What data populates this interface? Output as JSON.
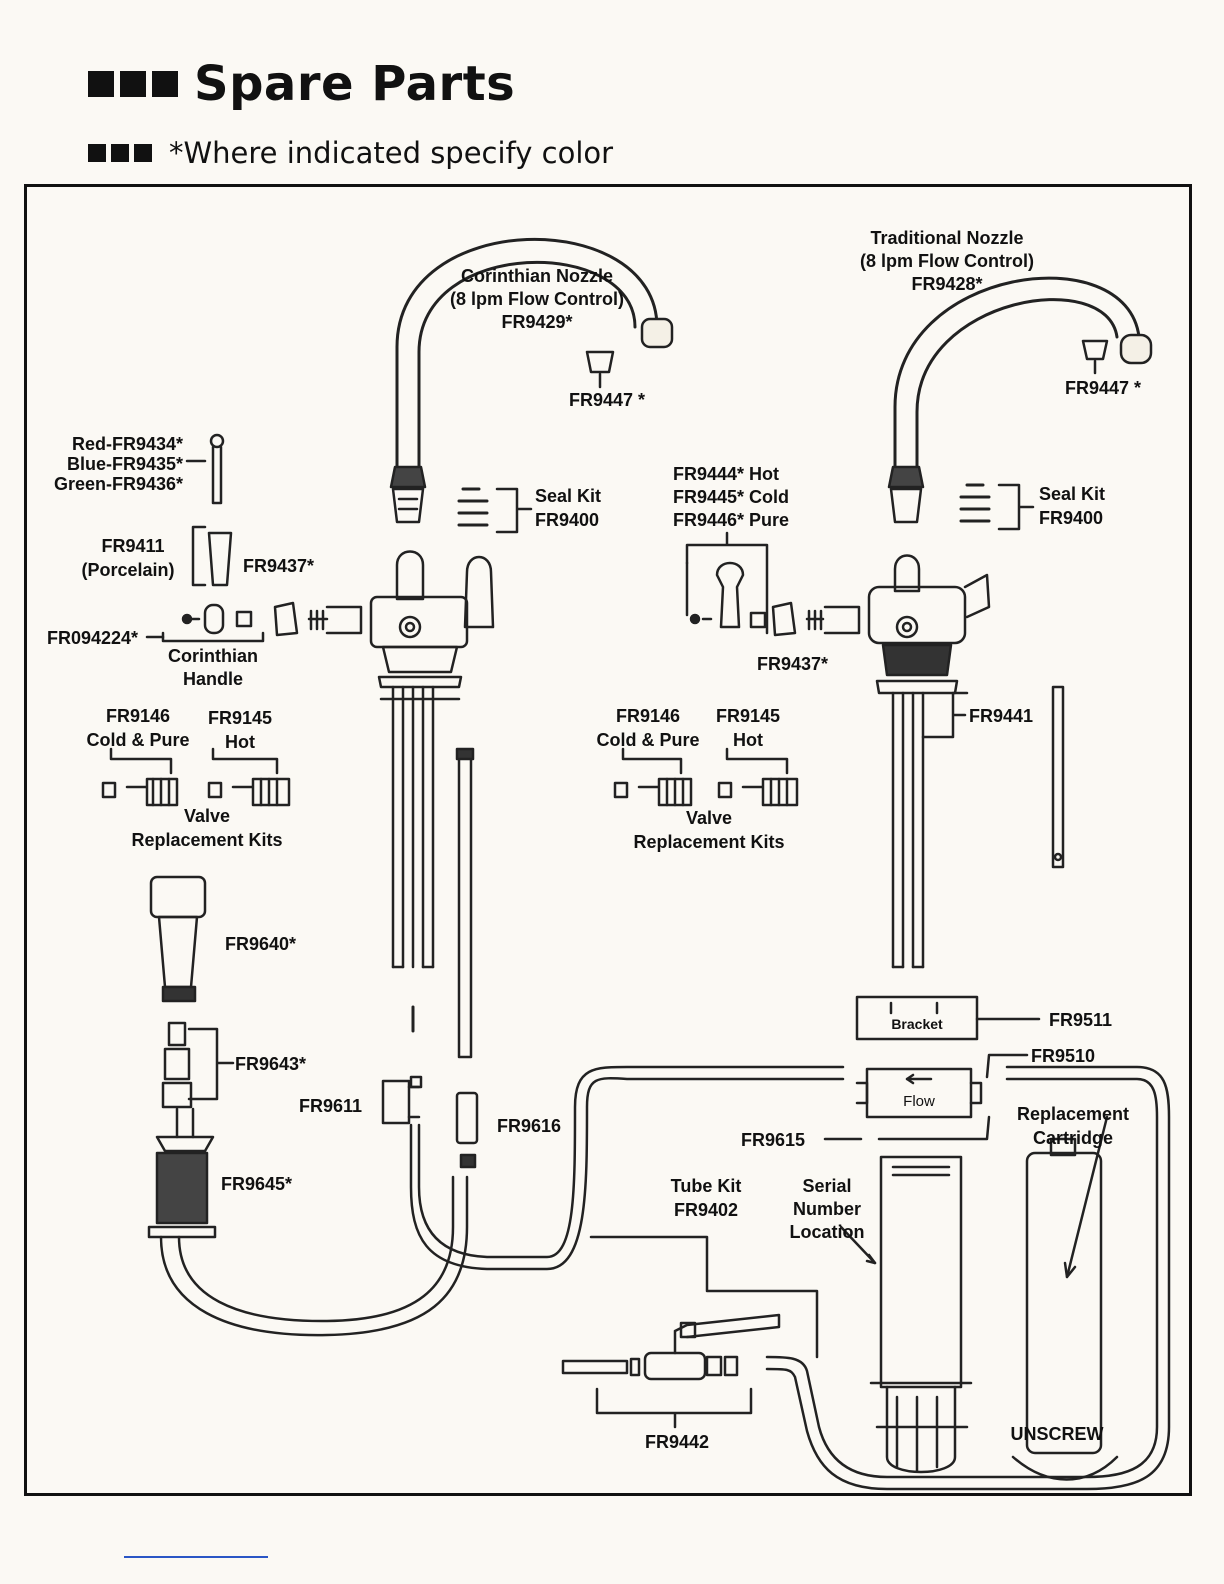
{
  "header": {
    "title": "Spare Parts",
    "subtitle": "*Where indicated specify color"
  },
  "labels": {
    "corinthian_nozzle": "Corinthian Nozzle",
    "corinthian_flow": "(8 lpm Flow Control)",
    "corinthian_code": "FR9429*",
    "fr9447_left": "FR9447 *",
    "traditional_nozzle": "Traditional Nozzle",
    "traditional_flow": "(8 lpm Flow Control)",
    "traditional_code": "FR9428*",
    "fr9447_right": "FR9447 *",
    "red": "Red-FR9434*",
    "blue": "Blue-FR9435*",
    "green": "Green-FR9436*",
    "seal_kit_left_1": "Seal Kit",
    "seal_kit_left_2": "FR9400",
    "seal_kit_right_1": "Seal Kit",
    "seal_kit_right_2": "FR9400",
    "fr9411": "FR9411",
    "porcelain": "(Porcelain)",
    "fr9437_left": "FR9437*",
    "fr094224": "FR094224*",
    "corinthian_handle_1": "Corinthian",
    "corinthian_handle_2": "Handle",
    "hot_1": "FR9444* Hot",
    "cold_1": "FR9445* Cold",
    "pure_1": "FR9446* Pure",
    "fr9437_right": "FR9437*",
    "fr9441": "FR9441",
    "fr9146_left": "FR9146",
    "cold_pure_left": "Cold & Pure",
    "fr9145_left": "FR9145",
    "hot_left": "Hot",
    "valve_left_1": "Valve",
    "valve_left_2": "Replacement Kits",
    "fr9146_right": "FR9146",
    "cold_pure_right": "Cold & Pure",
    "fr9145_right": "FR9145",
    "hot_right": "Hot",
    "valve_right_1": "Valve",
    "valve_right_2": "Replacement Kits",
    "fr9640": "FR9640*",
    "fr9643": "FR9643*",
    "fr9645": "FR9645*",
    "fr9611": "FR9611",
    "fr9616": "FR9616",
    "fr9511": "FR9511",
    "bracket": "Bracket",
    "fr9510": "FR9510",
    "flow": "Flow",
    "fr9615": "FR9615",
    "replacement_1": "Replacement",
    "replacement_2": "Cartridge",
    "tube_kit_1": "Tube Kit",
    "tube_kit_2": "FR9402",
    "serial_1": "Serial",
    "serial_2": "Number",
    "serial_3": "Location",
    "fr9442": "FR9442",
    "unscrew": "UNSCREW"
  }
}
